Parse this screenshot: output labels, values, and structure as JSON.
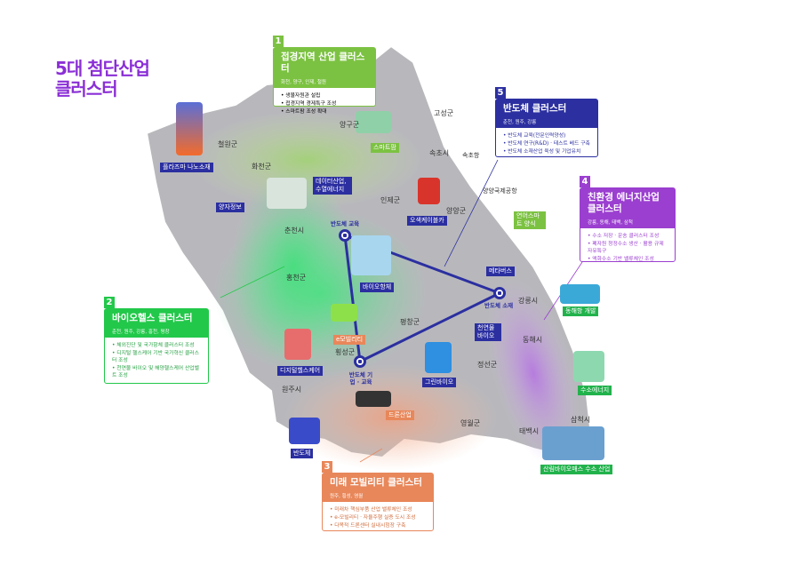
{
  "title": {
    "line1": "5대 첨단산업",
    "line2": "클러스터"
  },
  "clusters": [
    {
      "num": "1",
      "name": "접경지역 산업 클러스터",
      "regions": "화천, 양구, 인제, 철원",
      "items": [
        "생물자원관 설립",
        "접경지역 경제특구 조성",
        "스마트팜 조성 확대"
      ],
      "color": "#7cc242"
    },
    {
      "num": "2",
      "name": "바이오헬스 클러스터",
      "regions": "춘천, 원주, 강릉, 홍천, 평창",
      "items": [
        "체외진단 및 국가항체 클러스터 조성",
        "디지털 헬스케어 기반 국가혁신 클러스터 조성",
        "천연물 바이오 및 해양헬스케어 산업벨트 조성"
      ],
      "color": "#22c84a"
    },
    {
      "num": "3",
      "name": "미래 모빌리티 클러스터",
      "regions": "원주, 횡성, 영월",
      "items": [
        "미래차 핵심부품 산업 밸류체인 조성",
        "e-모빌리티 · 자율주행 실증 도시 조성",
        "다목적 드론센터 실내시험장 구축"
      ],
      "color": "#e8875a"
    },
    {
      "num": "4",
      "name": "친환경 에너지산업 클러스터",
      "regions": "강릉, 동해, 태백, 삼척",
      "items": [
        "수소 저장 · 운송 클러스터 조성",
        "폐자원 청정수소 생산 · 활용 규제자유특구",
        "액화수소 기반 밸류체인 조성"
      ],
      "color": "#9b3fd0"
    },
    {
      "num": "5",
      "name": "반도체 클러스터",
      "regions": "춘천, 원주, 강릉",
      "items": [
        "반도체 교육(전문인력양성)",
        "반도체 연구(R&D) · 테스트 베드 구축",
        "반도체 소재산업 육성 및 기업유치"
      ],
      "color": "#2b2fa0"
    }
  ],
  "regions": [
    "철원군",
    "화천군",
    "양구군",
    "고성군",
    "속초시",
    "인제군",
    "양양군",
    "춘천시",
    "홍천군",
    "강릉시",
    "평창군",
    "동해시",
    "횡성군",
    "원주시",
    "정선군",
    "영월군",
    "태백시",
    "삼척시"
  ],
  "tags": [
    "플라즈마 나노소재",
    "데이터산업, 수열에너지",
    "스마트팜",
    "양자정보",
    "오색케이블카",
    "속초항",
    "양양국제공항",
    "연어스마트 양식",
    "메타버스",
    "바이오항체",
    "e모빌리티",
    "천연물 바이오",
    "그린바이오",
    "디지털헬스케어",
    "드론산업",
    "반도체",
    "동해항 개발",
    "수소에너지",
    "산림바이오매스 수소 산업"
  ],
  "nodes": [
    "반도체 교육",
    "반도체 소재",
    "반도체 기업 · 교육"
  ]
}
